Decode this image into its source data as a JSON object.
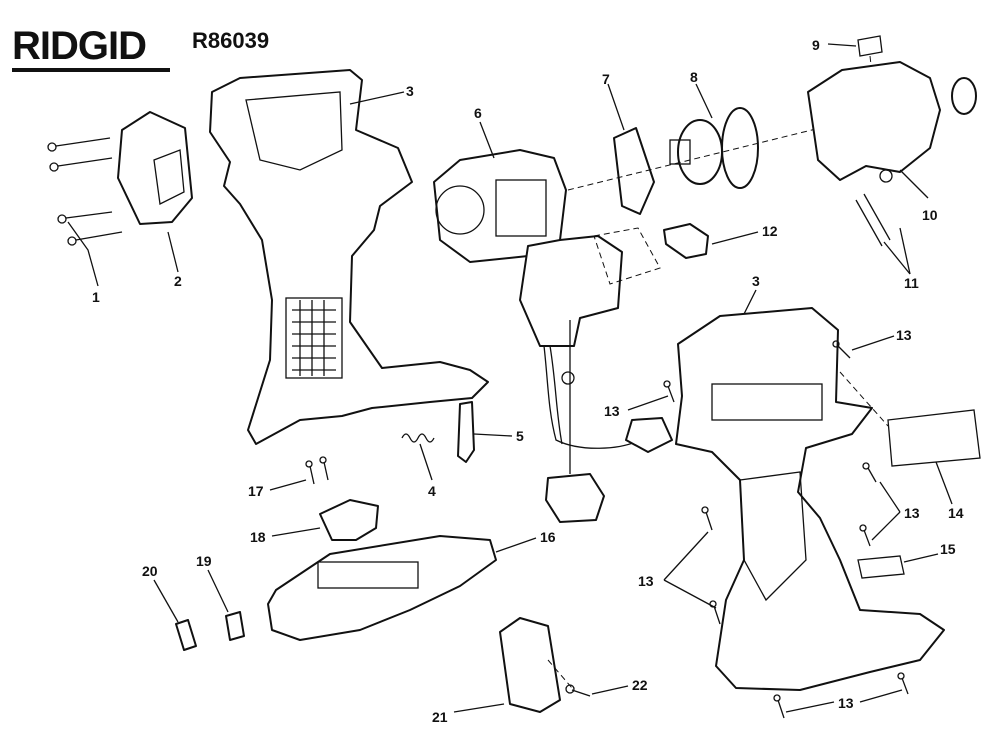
{
  "header": {
    "brand": "RIDGID",
    "model": "R86039"
  },
  "callouts": {
    "c1": "1",
    "c2": "2",
    "c3a": "3",
    "c3b": "3",
    "c4": "4",
    "c5": "5",
    "c6": "6",
    "c7": "7",
    "c8": "8",
    "c9": "9",
    "c10": "10",
    "c11": "11",
    "c12": "12",
    "c13a": "13",
    "c13b": "13",
    "c13c": "13",
    "c13d": "13",
    "c13e": "13",
    "c14": "14",
    "c15": "15",
    "c16": "16",
    "c17": "17",
    "c18": "18",
    "c19": "19",
    "c20": "20",
    "c21": "21",
    "c22": "22"
  }
}
